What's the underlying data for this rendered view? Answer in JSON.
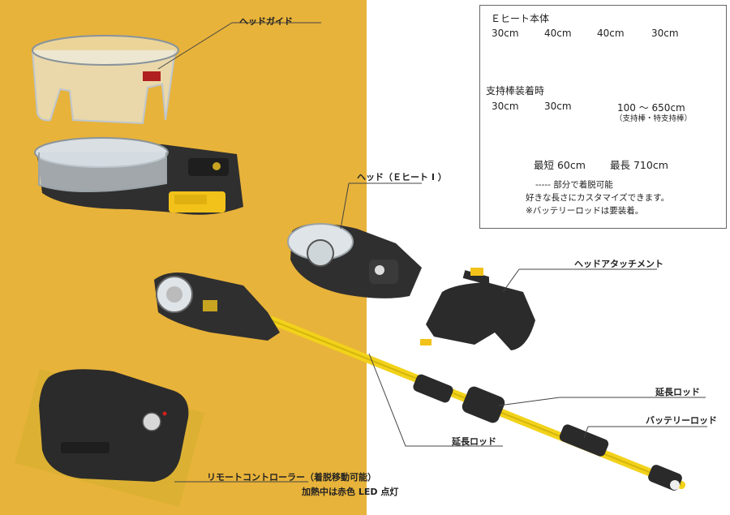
{
  "labels": {
    "head_guide": "ヘッドガイド",
    "head": "ヘッド（Ｅヒート I ）",
    "head_attachment": "ヘッドアタッチメント",
    "extension_rod_right": "延長ロッド",
    "battery_rod": "バッテリーロッド",
    "extension_rod_center": "延長ロッド",
    "remote": "リモートコントローラー（着脱移動可能）",
    "remote_led": "加熱中は赤色 LED 点灯"
  },
  "spec": {
    "body_title": "Ｅヒート本体",
    "body_dims": [
      "30cm",
      "40cm",
      "40cm",
      "30cm"
    ],
    "support_title": "支持棒装着時",
    "support_dims": [
      "30cm",
      "30cm",
      "100 ～ 650cm"
    ],
    "support_note": "（支持棒・特支持棒）",
    "min_len": "最短 60cm",
    "max_len": "最長 710cm",
    "note1": "----- 部分で着脱可能",
    "note2": "好きな長さにカスタマイズできます。",
    "note3": "※バッテリーロッドは要装着。"
  },
  "colors": {
    "background_left": "#e8b33a",
    "rod_yellow": "#f2d21a",
    "device_dark": "#2f2f2f"
  }
}
